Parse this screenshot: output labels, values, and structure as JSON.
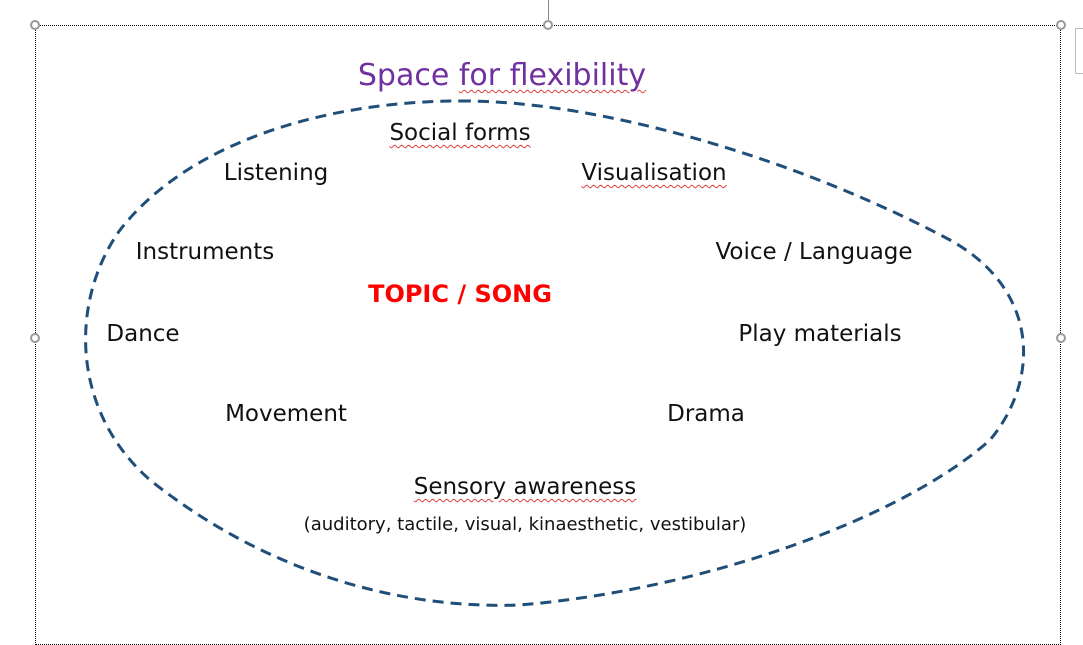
{
  "title": "Space for flexibility",
  "center": "TOPIC / SONG",
  "items": {
    "social_forms": "Social forms",
    "listening": "Listening",
    "visualisation": "Visualisation",
    "instruments": "Instruments",
    "voice_language": "Voice / Language",
    "dance": "Dance",
    "play_materials": "Play materials",
    "movement": "Movement",
    "drama": "Drama",
    "sensory_awareness": "Sensory awareness",
    "sensory_detail": "(auditory, tactile, visual, kinaesthetic, vestibular)"
  },
  "colors": {
    "title": "#7030A0",
    "center": "#FF0000",
    "outline": "#1F4E79"
  }
}
